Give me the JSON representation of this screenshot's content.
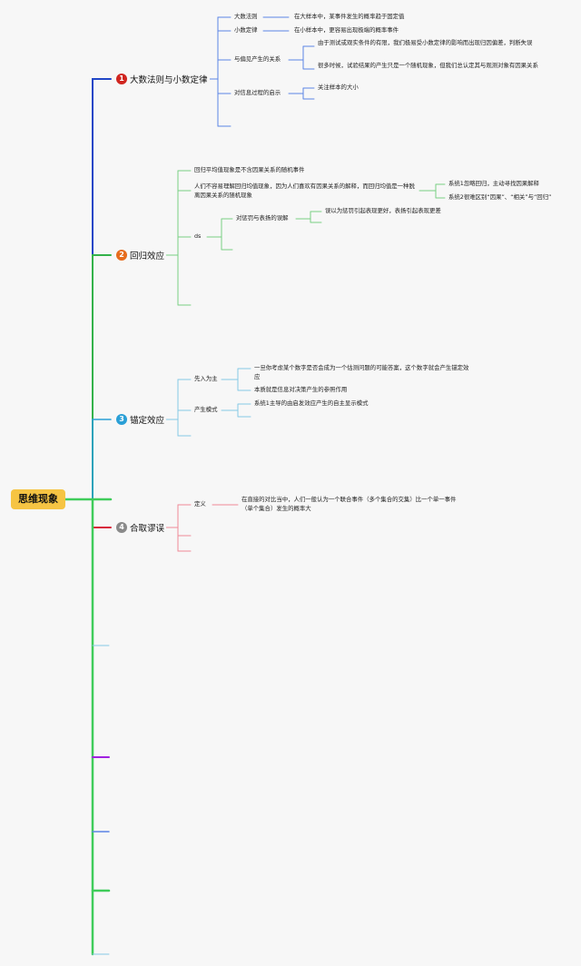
{
  "root": {
    "label": "思维现象"
  },
  "colors": {
    "branch1": "#2146c7",
    "branch2": "#33b24a",
    "branch3": "#2a9fd6",
    "branch4": "#d8233b",
    "blue_line": "#5b84e6",
    "green_line": "#79cf83",
    "cyan_line": "#86c9e6",
    "red_line": "#ef8a97",
    "purple": "#a021e0",
    "spine_green": "#3fcc5a",
    "root_fill": "#f6c443"
  },
  "topics": [
    {
      "badge": "1",
      "label": "大数法则与小数定律",
      "children": [
        {
          "label": "大数法则",
          "children": [
            {
              "label": "在大样本中，某事件发生的概率趋于固定值"
            }
          ]
        },
        {
          "label": "小数定律",
          "children": [
            {
              "label": "在小样本中，更容易出现极端的概率事件"
            }
          ]
        },
        {
          "label": "与偏见产生的关系",
          "children": [
            {
              "label": "由于测试或观实条件的有限，我们极易受小数定律的影响而出现归因偏差，判断失误"
            },
            {
              "label": "很多时候，试验结果的产生只是一个随机现象，但我们总认定其与观测对象有因果关系"
            }
          ]
        },
        {
          "label": "对信息过程的启示",
          "children": [
            {
              "label": "关注样本的大小"
            }
          ]
        }
      ]
    },
    {
      "badge": "2",
      "label": "回归效应",
      "children": [
        {
          "label": "回归平均值现象是不含因果关系的随机事件"
        },
        {
          "label": "人们不容易理解回归均值现象，因为人们喜欢有因果关系的解释，而回归均值是一种脱离因果关系的随机现象",
          "children": [
            {
              "label": "系统1忽略回归，主动寻找因果解释"
            },
            {
              "label": "系统2很难区别“因果”、“相关”与“回归”"
            }
          ]
        },
        {
          "label": "ds",
          "children": [
            {
              "label": "对惩罚与表扬的误解",
              "children": [
                {
                  "label": "误以为惩罚引起表现更好，表扬引起表现更差"
                }
              ]
            }
          ]
        }
      ]
    },
    {
      "badge": "3",
      "label": "锚定效应",
      "children": [
        {
          "label": "先入为主",
          "children": [
            {
              "label": "一旦你考虑某个数字是否会成为一个估测问题的可能答案，这个数字就会产生锚定效应"
            },
            {
              "label": "本质就是信息对决策产生的参照作用"
            }
          ]
        },
        {
          "label": "产生模式",
          "children": [
            {
              "label": "系统1主导的由启发效应产生的自主显示模式"
            }
          ]
        }
      ]
    },
    {
      "badge": "4",
      "label": "合取谬误",
      "children": [
        {
          "label": "定义",
          "children": [
            {
              "label": "在直接的对比当中，人们一般认为一个联合事件（多个集合的交集）比一个单一事件（单个集合）发生的概率大"
            }
          ]
        }
      ]
    }
  ]
}
